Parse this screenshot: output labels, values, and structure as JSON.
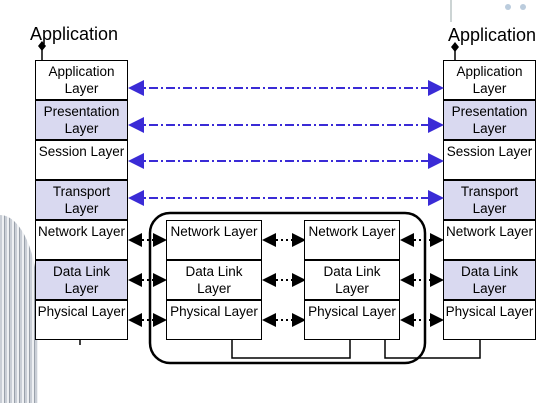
{
  "left_title": "Application",
  "right_title": "Application",
  "left_stack": [
    {
      "label": "Application Layer",
      "shaded": false
    },
    {
      "label": "Presentation Layer",
      "shaded": true
    },
    {
      "label": "Session Layer",
      "shaded": false
    },
    {
      "label": "Transport Layer",
      "shaded": true
    },
    {
      "label": "Network Layer",
      "shaded": false
    },
    {
      "label": "Data Link Layer",
      "shaded": true
    },
    {
      "label": "Physical Layer",
      "shaded": false
    }
  ],
  "right_stack": [
    {
      "label": "Application Layer",
      "shaded": false
    },
    {
      "label": "Presentation Layer",
      "shaded": true
    },
    {
      "label": "Session Layer",
      "shaded": false
    },
    {
      "label": "Transport Layer",
      "shaded": true
    },
    {
      "label": "Network Layer",
      "shaded": false
    },
    {
      "label": "Data Link Layer",
      "shaded": true
    },
    {
      "label": "Physical Layer",
      "shaded": false
    }
  ],
  "router1": [
    "Network Layer",
    "Data Link Layer",
    "Physical Layer"
  ],
  "router2": [
    "Network Layer",
    "Data Link Layer",
    "Physical Layer"
  ],
  "colors": {
    "peer_arrow": "#3a2bd6",
    "shaded_layer": "#d9d9f0"
  }
}
